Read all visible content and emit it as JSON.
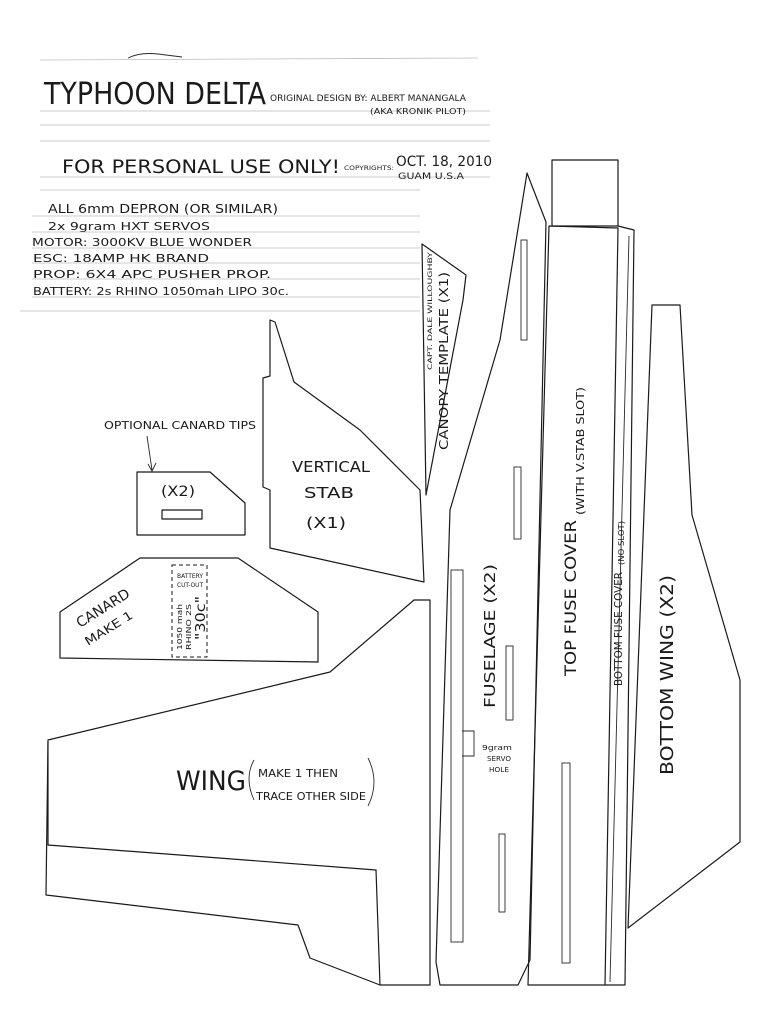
{
  "header": {
    "title": "TYPHOON DELTA",
    "credit": "ORIGINAL DESIGN BY: ALBERT MANANGALA",
    "alias": "(AKA KRONIK PILOT)",
    "notice": "FOR PERSONAL USE ONLY!",
    "copyright_label": "COPYRIGHTS:",
    "date": "OCT. 18, 2010",
    "location": "GUAM U.S.A"
  },
  "specs": [
    "ALL 6mm DEPRON (OR SIMILAR)",
    "2x 9gram HXT SERVOS",
    "MOTOR: 3000KV BLUE WONDER",
    "ESC: 18AMP HK BRAND",
    "PROP: 6X4 APC PUSHER PROP.",
    "BATTERY: 2s RHINO 1050mah LIPO 30c."
  ],
  "parts": {
    "canopy": {
      "credit": "CAPT. DALE WILLOUGHBY",
      "label": "CANOPY TEMPLATE (X1)"
    },
    "canard_tips": {
      "note": "OPTIONAL CANARD TIPS",
      "qty": "(X2)"
    },
    "vertical_stab": {
      "line1": "VERTICAL",
      "line2": "STAB",
      "qty": "(X1)"
    },
    "canard": {
      "line1": "CANARD",
      "line2": "MAKE 1",
      "cutout_line1": "BATTERY",
      "cutout_line2": "CUT-OUT",
      "battery_line1": "1050 mah",
      "battery_line2": "RHINO 2S",
      "battery_line3": "\"30c\""
    },
    "wing": {
      "label": "WING",
      "note_line1": "MAKE 1 THEN",
      "note_line2": "TRACE OTHER SIDE"
    },
    "fuselage": {
      "label": "FUSELAGE (X2)",
      "servo_line1": "9gram",
      "servo_line2": "SERVO",
      "servo_line3": "HOLE"
    },
    "top_fuse_cover": {
      "label": "TOP FUSE COVER",
      "note": "(WITH V.STAB SLOT)"
    },
    "bottom_fuse_cover": {
      "label": "BOTTOM FUSE COVER",
      "note": "(NO SLOT)"
    },
    "bottom_wing": {
      "label": "BOTTOM WING (X2)"
    }
  }
}
